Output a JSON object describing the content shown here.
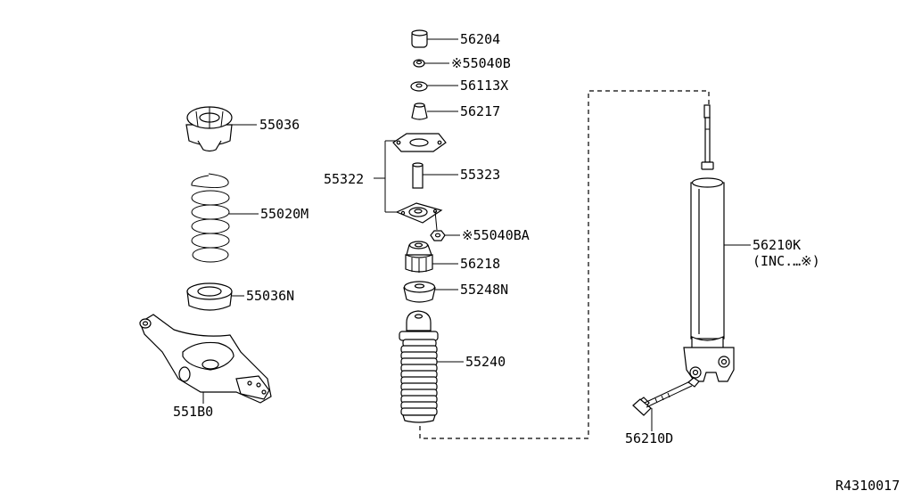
{
  "labels": {
    "p56204": "56204",
    "p55040B": "※55040B",
    "p56113X": "56113X",
    "p56217": "56217",
    "p55036": "55036",
    "p55322": "55322",
    "p55323": "55323",
    "p55020M": "55020M",
    "p55040BA": "※55040BA",
    "p56218": "56218",
    "p55036N": "55036N",
    "p55248N": "55248N",
    "p55240": "55240",
    "p551B0": "551B0",
    "p56210K": "56210K",
    "p56210K_note": "(INC.…※)",
    "p56210D": "56210D"
  },
  "diagram_code": "R4310017"
}
